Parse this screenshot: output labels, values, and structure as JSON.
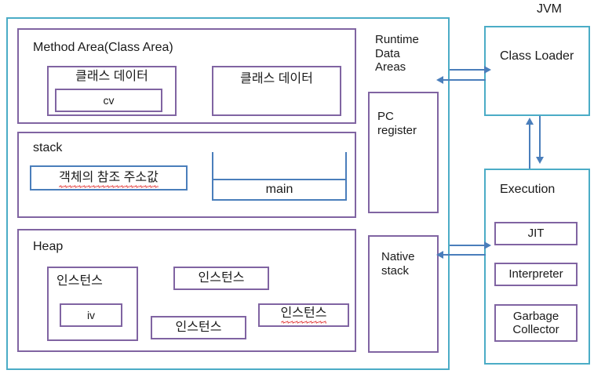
{
  "diagram": {
    "title": "JVM",
    "outer_left_panel": {
      "name": "Runtime Data Areas",
      "label_lines": [
        "Runtime",
        "Data",
        "Areas"
      ]
    },
    "method_area": {
      "title": "Method Area(Class Area)",
      "class_data_1": "클래스 데이터",
      "class_data_1_inner": "cv",
      "class_data_2": "클래스 데이터"
    },
    "stack_area": {
      "title": "stack",
      "reference_box": "객체의 참조 주소값",
      "frame_label": "main"
    },
    "heap_area": {
      "title": "Heap",
      "instance_1": "인스턴스",
      "instance_1_inner": "iv",
      "instance_2": "인스턴스",
      "instance_3": "인스턴스",
      "instance_4": "인스턴스"
    },
    "pc_register": {
      "label_lines": [
        "PC",
        "register"
      ]
    },
    "native_stack": {
      "label_lines": [
        "Native",
        "stack"
      ]
    },
    "class_loader": {
      "label": "Class Loader"
    },
    "execution_engine": {
      "title": "Execution",
      "jit": "JIT",
      "interpreter": "Interpreter",
      "garbage_collector_lines": [
        "Garbage",
        "Collector"
      ]
    },
    "colors": {
      "purple": "#8064A2",
      "teal": "#4BACC6",
      "blue": "#4A7EBB",
      "spellcheck_red": "#e03030",
      "background": "#ffffff"
    }
  }
}
